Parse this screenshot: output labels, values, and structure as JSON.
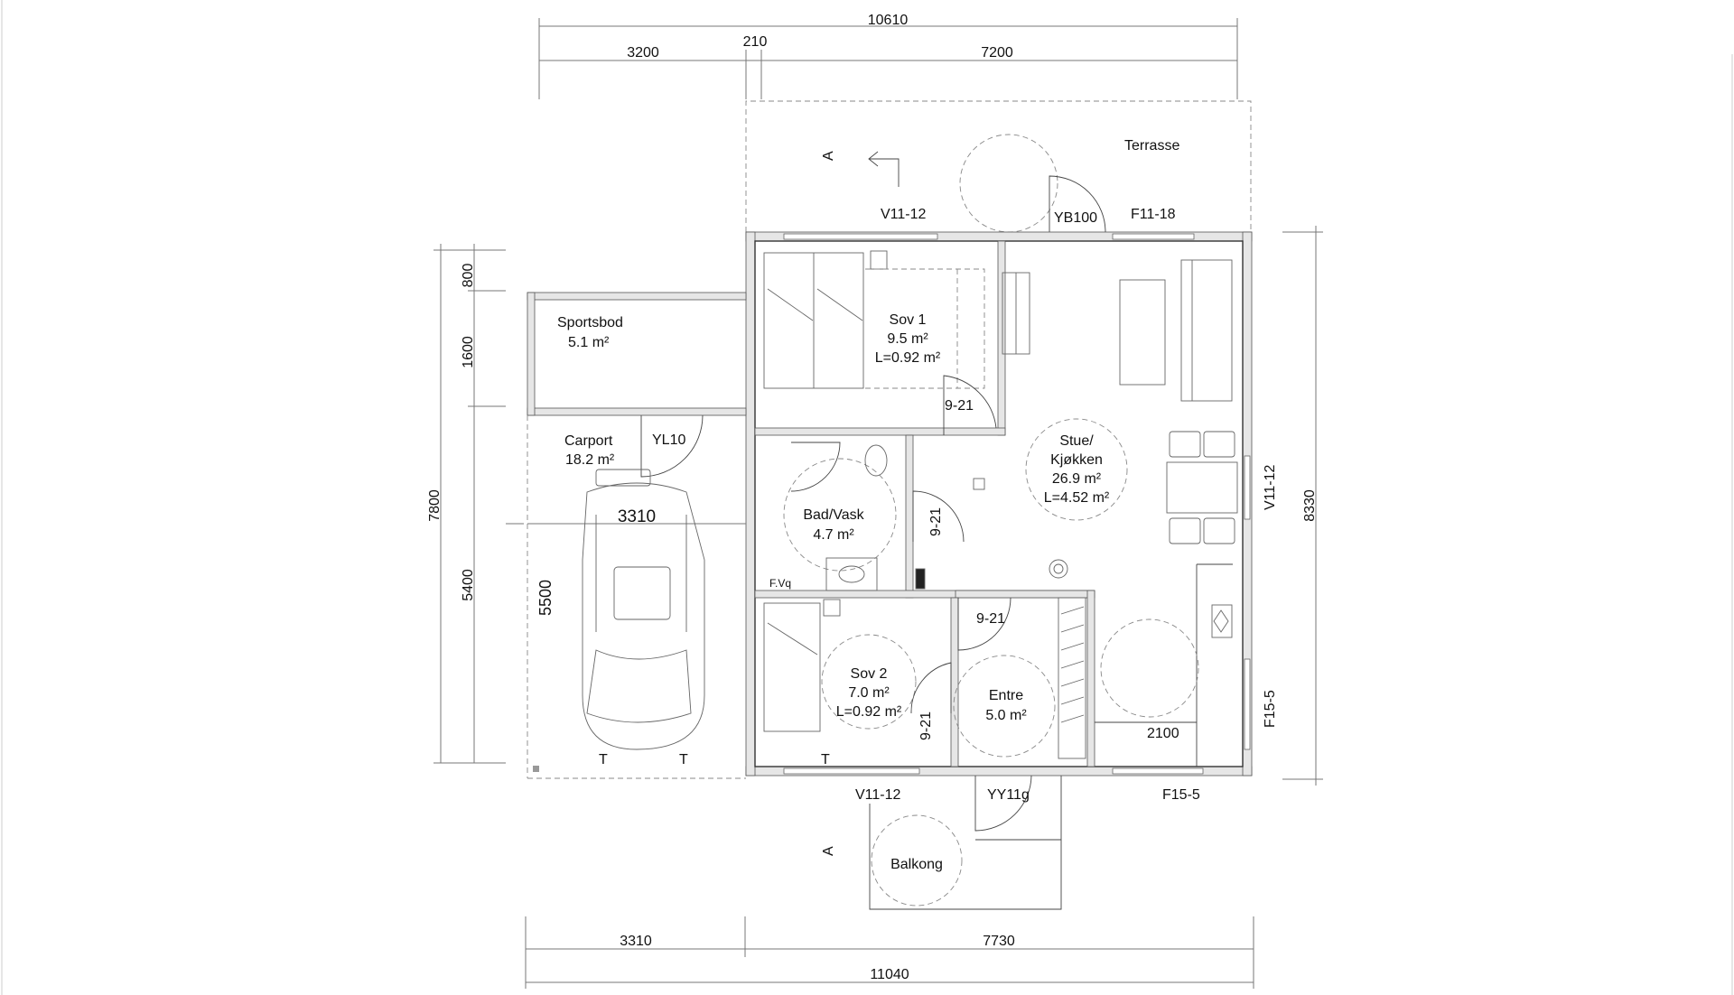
{
  "dimensions": {
    "top_total": "10610",
    "top_left": "3200",
    "top_mid": "210",
    "top_right": "7200",
    "bottom_left": "3310",
    "bottom_right": "7730",
    "bottom_total": "11040",
    "left_800": "800",
    "left_1600": "1600",
    "left_7800": "7800",
    "left_5400": "5400",
    "left_5500": "5500",
    "right_8330": "8330",
    "carport_width": "3310",
    "inner_2100": "2100"
  },
  "rooms": {
    "sportsbod": {
      "name": "Sportsbod",
      "area": "5.1 m²"
    },
    "carport": {
      "name": "Carport",
      "area": "18.2 m²"
    },
    "sov1": {
      "name": "Sov 1",
      "area": "9.5 m²",
      "storage": "L=0.92 m²"
    },
    "bad": {
      "name": "Bad/Vask",
      "area": "4.7 m²"
    },
    "stue": {
      "name1": "Stue/",
      "name2": "Kjøkken",
      "area": "26.9 m²",
      "storage": "L=4.52 m²"
    },
    "sov2": {
      "name": "Sov 2",
      "area": "7.0 m²",
      "storage": "L=0.92 m²"
    },
    "entre": {
      "name": "Entre",
      "area": "5.0 m²"
    },
    "terrasse": {
      "name": "Terrasse"
    },
    "balkong": {
      "name": "Balkong"
    }
  },
  "openings": {
    "window_top_left": "V11-12",
    "door_top": "YB100",
    "window_top_right": "F11-18",
    "door_carport": "YL10",
    "door_sov1": "9-21",
    "door_bad": "9-21",
    "door_entre": "9-21",
    "door_sov2": "9-21",
    "window_right": "V11-12",
    "window_right_lower": "F15-5",
    "window_bottom_left": "V11-12",
    "door_front": "YY11g",
    "window_bottom_right": "F15-5"
  },
  "markers": {
    "section_top": "A",
    "section_bottom": "A",
    "t1": "T",
    "t2": "T",
    "t3": "T",
    "fva": "F.Vq"
  }
}
